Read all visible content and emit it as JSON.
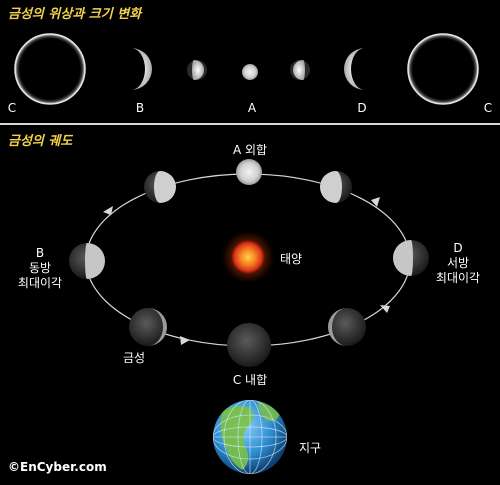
{
  "titles": {
    "phases": "금성의 위상과 크기 변화",
    "orbit": "금성의 궤도"
  },
  "phase_labels": [
    "C",
    "B",
    "A",
    "D",
    "C"
  ],
  "orbit_labels": {
    "a": "A 외합",
    "b_letter": "B",
    "b_line1": "동방",
    "b_line2": "최대이각",
    "d_letter": "D",
    "d_line1": "서방",
    "d_line2": "최대이각",
    "c": "C 내합",
    "venus": "금성",
    "sun": "태양",
    "earth": "지구"
  },
  "copyright": "©EnCyber.com",
  "colors": {
    "title": "#f2d24a",
    "background": "#000000",
    "sun": "#e8501a",
    "earth_ocean": "#2f8fd0",
    "earth_land": "#7bc043"
  }
}
